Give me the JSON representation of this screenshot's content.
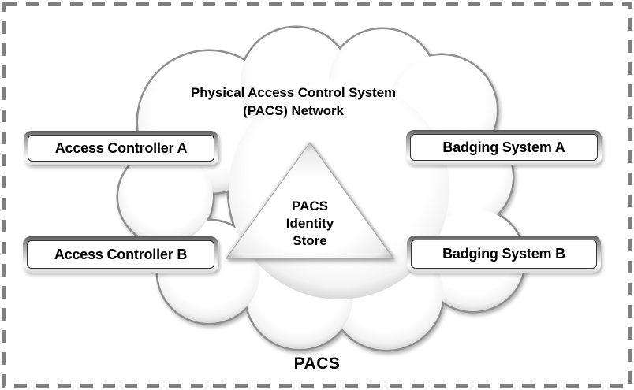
{
  "figure": {
    "cloud": {
      "title_line1": "Physical Access Control System",
      "title_line2": "(PACS) Network"
    },
    "nodes": [
      {
        "id": "access-controller-a",
        "label": "Access Controller A"
      },
      {
        "id": "badging-system-a",
        "label": "Badging System A"
      },
      {
        "id": "access-controller-b",
        "label": "Access Controller B"
      },
      {
        "id": "badging-system-b",
        "label": "Badging System B"
      }
    ],
    "identity_store": {
      "line1": "PACS",
      "line2": "Identity",
      "line3": "Store"
    },
    "footer_label": "PACS",
    "colors": {
      "dashed_border": "#7f7f7f",
      "cloud_outline": "#8f8f8f",
      "text": "#000000",
      "fill": "#ffffff"
    }
  }
}
